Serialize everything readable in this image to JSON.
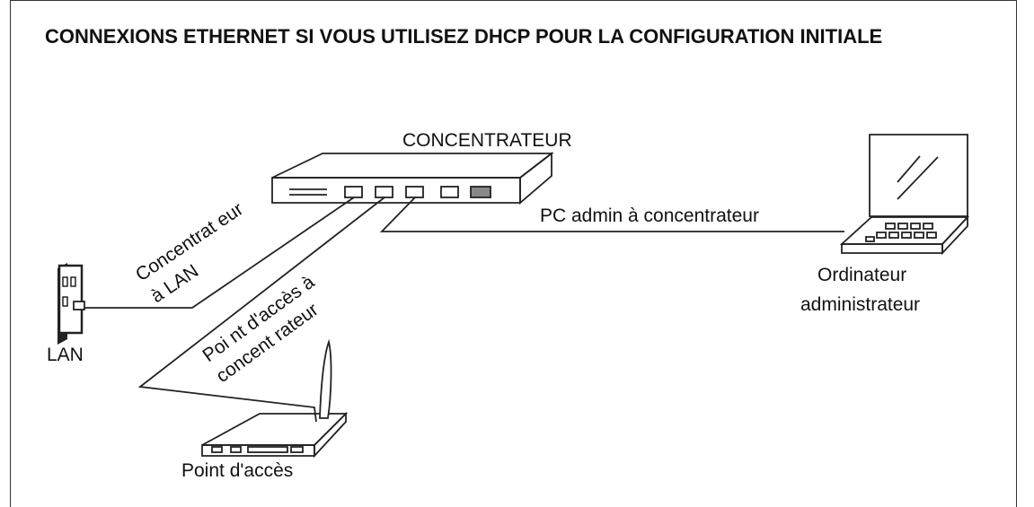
{
  "title": "CONNEXIONS ETHERNET SI VOUS UTILISEZ DHCP POUR LA CONFIGURATION INITIALE",
  "labels": {
    "hub": "CONCENTRATEUR",
    "lan": "LAN",
    "access_point": "Point d'accès",
    "admin_computer_line1": "Ordinateur",
    "admin_computer_line2": "administrateur"
  },
  "connections": {
    "hub_to_lan_line1": "Concentrat eur",
    "hub_to_lan_line2": "à LAN",
    "ap_to_hub_line1": "Poi nt d'accès à",
    "ap_to_hub_line2": "concent rateur",
    "admin_pc_to_hub": "PC admin à concentrateur"
  }
}
